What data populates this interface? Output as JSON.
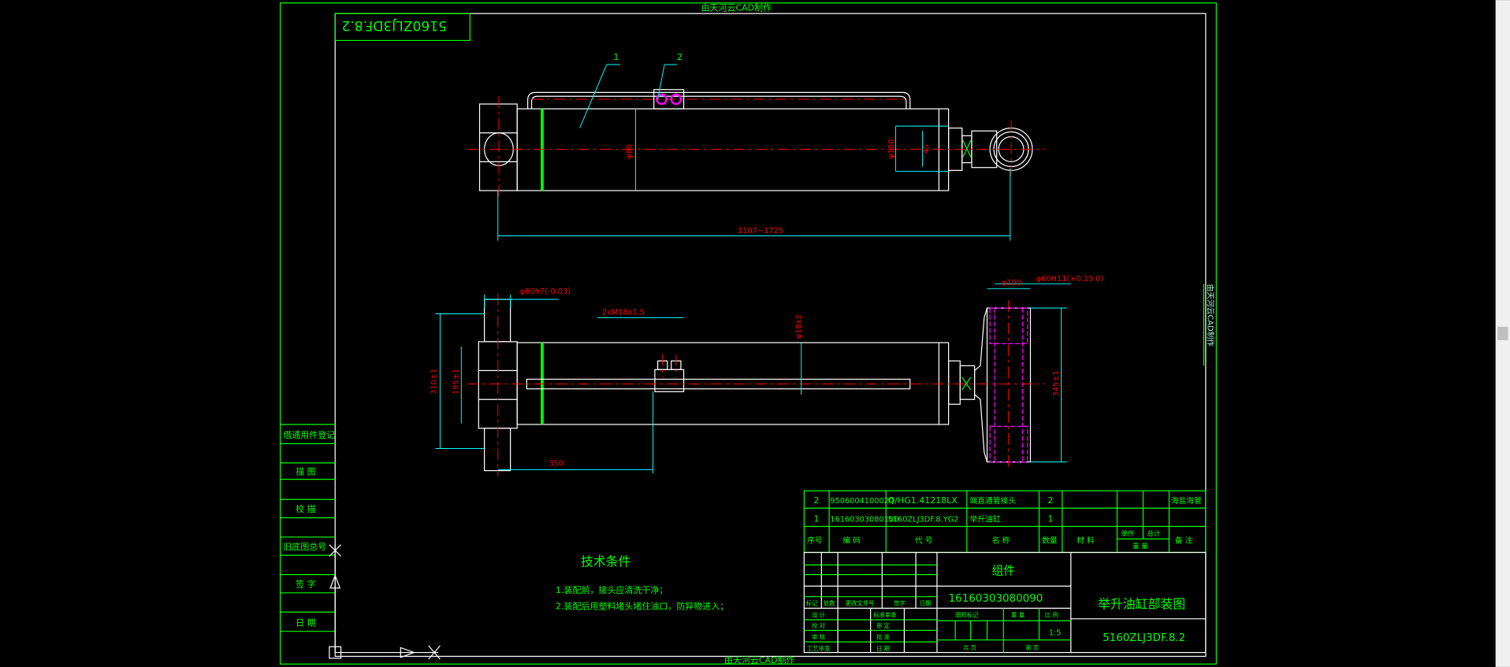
{
  "watermark": "由天河云CAD制作",
  "drawing_number_mirrored": "5160ZLJ3DF.8.2",
  "balloons": [
    "1",
    "2"
  ],
  "dimensions": {
    "length": "1107~1725",
    "bore": "φ80",
    "rod_outer": "φ100",
    "rod": "45",
    "pin_left": "φ60h7(-0.03)",
    "port_thread": "2xM18x1.5",
    "pipe": "φ18x2",
    "height_total": "310±1",
    "height_inner": "195±1",
    "port_pos": "350",
    "eye_outer": "φ100",
    "pin_right": "φ60H11(+0.19 0)",
    "eye_width": "345±1"
  },
  "side_labels": [
    "借通用件登记",
    "描 图",
    "校 描",
    "旧底图总号",
    "签 字",
    "日 期"
  ],
  "tech_req": {
    "title": "技术条件",
    "items": [
      "1.装配前，接头应清洗干净；",
      "2.装配后用塑料堵头堵住油口，防异物进入；"
    ]
  },
  "bom": {
    "rows": [
      {
        "no": "2",
        "code": "9506004100020",
        "part": "Q/HG1.41218LX",
        "name": "端直通管接头",
        "qty": "2",
        "material": "",
        "unit": "",
        "total": "",
        "note": "海盐海管"
      },
      {
        "no": "1",
        "code": "16160303080100",
        "part": "5160ZLJ3DF.8.YG2",
        "name": "举升油缸",
        "qty": "1",
        "material": "",
        "unit": "",
        "total": "",
        "note": ""
      }
    ],
    "headers": {
      "no": "序号",
      "code": "编 码",
      "part": "代 号",
      "name": "名 称",
      "qty": "数量",
      "material": "材 料",
      "unit": "单件",
      "total": "总计",
      "weight": "重 量",
      "note": "备 注"
    }
  },
  "title_block": {
    "group": "组件",
    "code": "16160303080090",
    "title": "举升油缸部装图",
    "drawing_no": "5160ZLJ3DF.8.2",
    "scale": "1:5",
    "labels": {
      "mark": "标记",
      "count": "处数",
      "doc": "更改文件号",
      "sign": "签字",
      "date": "日期",
      "design": "设 计",
      "std": "标准审查",
      "check": "校 对",
      "review": "审 定",
      "audit": "审 核",
      "approve": "批 准",
      "process": "工艺审查",
      "date2": "日 期",
      "pattern": "图样标记",
      "weight": "重 量",
      "scale_lbl": "比 例",
      "total_pages": "共 页",
      "page": "第 页"
    }
  },
  "scrollbar": {
    "position": 0.5
  }
}
